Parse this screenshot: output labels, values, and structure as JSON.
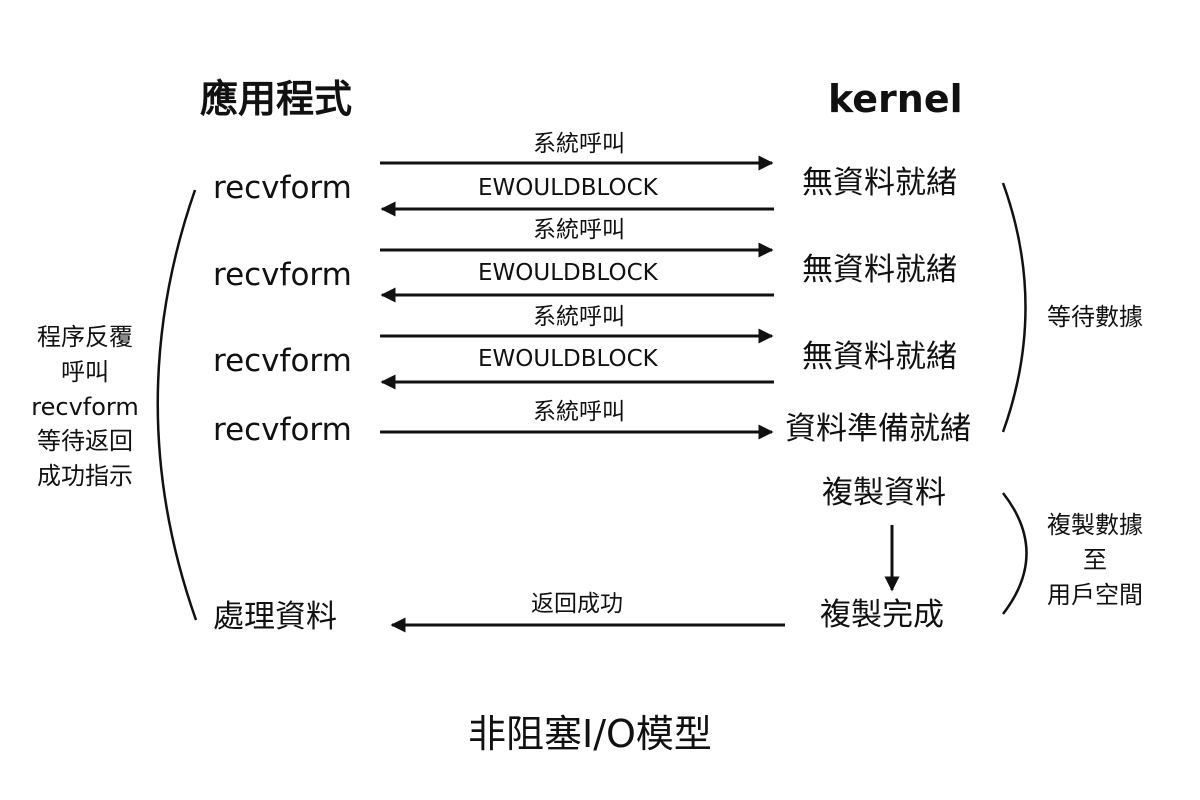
{
  "headers": {
    "app": "應用程式",
    "kernel": "kernel"
  },
  "left_note": [
    "程序反覆",
    "呼叫",
    "recvform",
    "等待返回",
    "成功指示"
  ],
  "right_notes": {
    "wait": [
      "等待數據"
    ],
    "copy": [
      "複製數據",
      "至",
      "用戶空間"
    ]
  },
  "rows": [
    {
      "proc": "recvform",
      "call": "系統呼叫",
      "reply": "EWOULDBLOCK",
      "kernel": "無資料就緒"
    },
    {
      "proc": "recvform",
      "call": "系統呼叫",
      "reply": "EWOULDBLOCK",
      "kernel": "無資料就緒"
    },
    {
      "proc": "recvform",
      "call": "系統呼叫",
      "reply": "EWOULDBLOCK",
      "kernel": "無資料就緒"
    },
    {
      "proc": "recvform",
      "call": "系統呼叫",
      "kernel": "資料準備就緒"
    }
  ],
  "copy": {
    "start": "複製資料",
    "done": "複製完成"
  },
  "final": {
    "proc": "處理資料",
    "label": "返回成功"
  },
  "caption": "非阻塞I/O模型"
}
